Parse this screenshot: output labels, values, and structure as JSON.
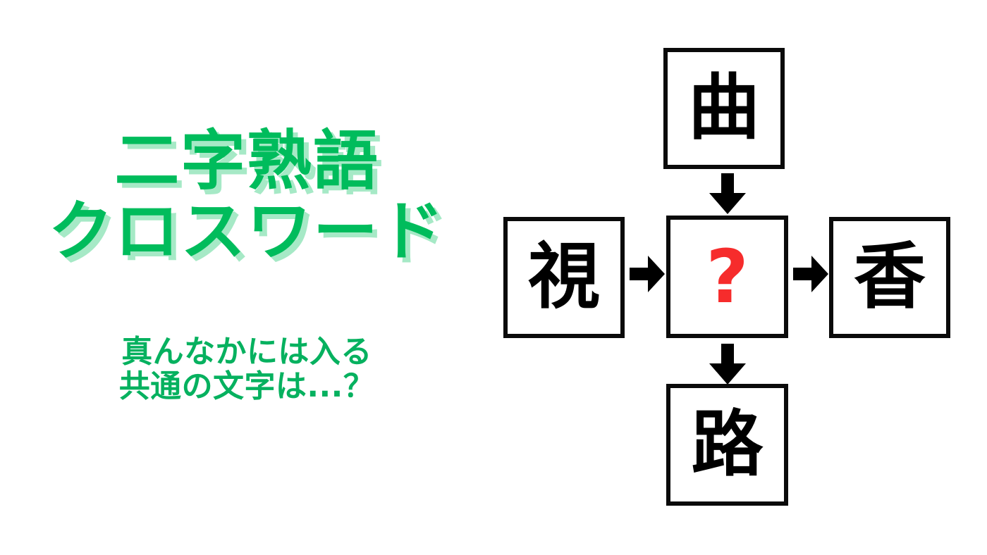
{
  "page": {
    "background_color": "#ffffff",
    "accent_green": "#00bc5c",
    "accent_green_shadow": "#a6e9c6",
    "answer_red": "#f62c2c",
    "box_border_color": "#0a0a0a"
  },
  "title": {
    "line1": "二字熟語",
    "line2": "クロスワード"
  },
  "subtitle": {
    "line1": "真んなかには入る",
    "line2": "共通の文字は...？"
  },
  "puzzle": {
    "type": "kanji-crossword",
    "cells": {
      "top": {
        "char": "曲",
        "position": "top",
        "is_answer": false
      },
      "left": {
        "char": "視",
        "position": "left",
        "is_answer": false
      },
      "center": {
        "char": "?",
        "position": "center",
        "is_answer": true
      },
      "right": {
        "char": "香",
        "position": "right",
        "is_answer": false
      },
      "bottom": {
        "char": "路",
        "position": "bottom",
        "is_answer": false
      }
    },
    "arrows": [
      {
        "name": "arrow-top-to-center",
        "direction": "down",
        "from": "top",
        "to": "center"
      },
      {
        "name": "arrow-left-to-center",
        "direction": "right",
        "from": "left",
        "to": "center"
      },
      {
        "name": "arrow-center-to-right",
        "direction": "right",
        "from": "center",
        "to": "right"
      },
      {
        "name": "arrow-center-to-bottom",
        "direction": "down",
        "from": "center",
        "to": "bottom"
      }
    ]
  }
}
